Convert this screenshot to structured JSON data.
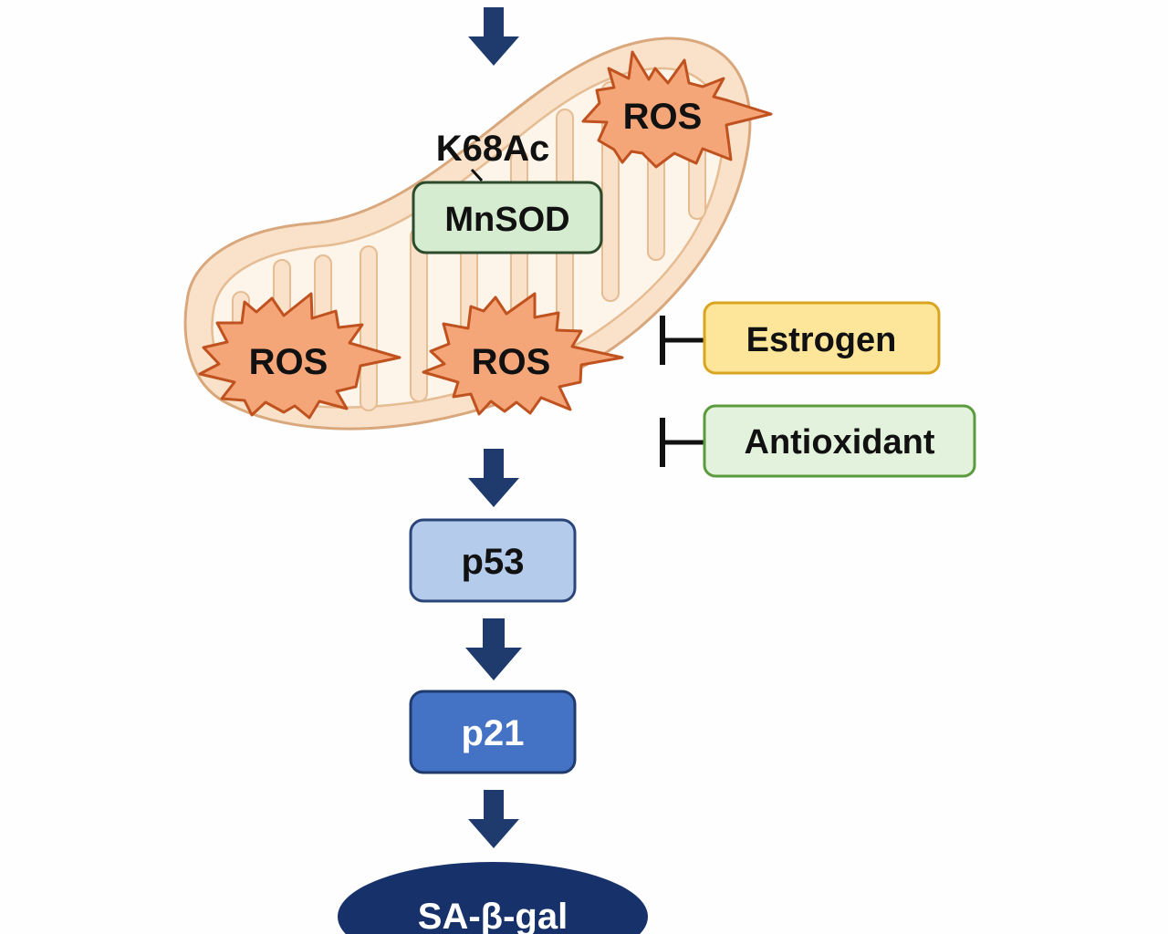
{
  "labels": {
    "acetylation": "K68Ac",
    "mnsod": "MnSOD",
    "ros_top": "ROS",
    "ros_left": "ROS",
    "ros_middle": "ROS",
    "estrogen": "Estrogen",
    "antioxidant": "Antioxidant",
    "p53": "p53",
    "p21": "p21",
    "sa_beta_gal": "SA-β-gal"
  },
  "colors": {
    "arrow": "#1f3b6e",
    "inhibitor": "#111111",
    "mito_outer_fill": "#f9e2c9",
    "mito_outline": "#d9a77c",
    "mito_inner_fill": "#fdf4ea",
    "ros_fill": "#f4a679",
    "ros_stroke": "#c0521f",
    "mnsod_fill": "#d5ecd0",
    "mnsod_stroke": "#2c4a2c",
    "estrogen_fill": "#fde69a",
    "estrogen_stroke": "#d9a520",
    "antioxidant_fill": "#e3f2dc",
    "antioxidant_stroke": "#5c9a3f",
    "p53_fill": "#b5cbec",
    "p53_stroke": "#2a4678",
    "p21_fill": "#4472c4",
    "p21_stroke": "#1f3b6e",
    "p21_text": "#ffffff",
    "sagal_fill": "#17316b",
    "sagal_text": "#ffffff"
  }
}
